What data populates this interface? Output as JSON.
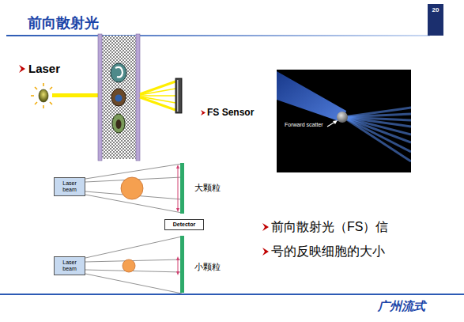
{
  "diagram": {
    "title": "前向散射光",
    "nodes": [
      {
        "text": [
          "20"
        ]
      },
      {
        "text": [
          "Forward scatter"
        ]
      },
      {
        "text": [
          "Laser beam"
        ]
      },
      {
        "text": [
          "Detector"
        ]
      },
      {
        "text": [
          "Laser beam"
        ]
      }
    ],
    "labels": [
      "Laser",
      "FS Sensor",
      "大颗粒",
      "小颗粒",
      "前向散射光（FS）信",
      "号的反映细胞的大小",
      "广州流式"
    ]
  }
}
